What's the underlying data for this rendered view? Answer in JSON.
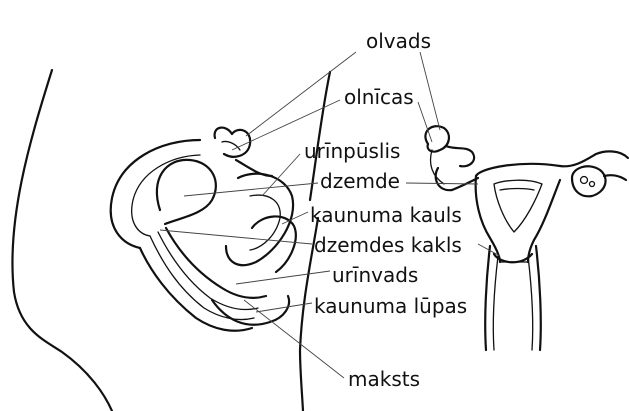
{
  "labels": {
    "olvads": "olvads",
    "olnicas": "olnīcas",
    "urinpuslis": "urīnpūslis",
    "dzemde": "dzemde",
    "kaunuma_kauls": "kaunuma kauls",
    "dzemdes_kakls": "dzemdes kakls",
    "urinvads": "urīnvads",
    "kaunuma_lupas": "kaunuma lūpas",
    "maksts": "maksts"
  }
}
